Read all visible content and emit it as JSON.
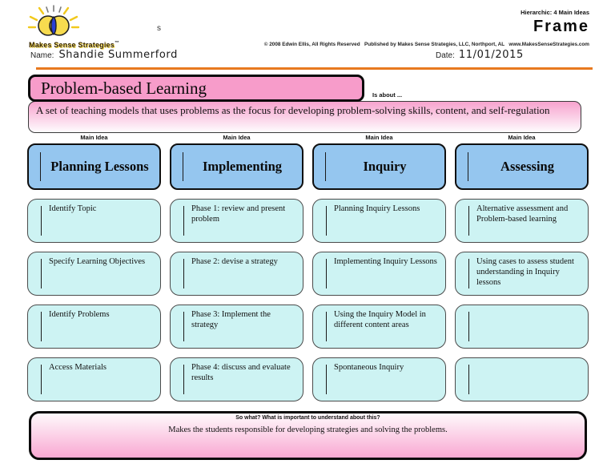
{
  "page": {
    "hierarchic": "Hierarchic: 4 Main Ideas",
    "doc_type": "Frame",
    "copyright": "© 2008 Edwin Ellis, All Rights Reserved   Published by Makes Sense Strategies, LLC, Northport, AL   www.MakesSenseStrategies.com",
    "brand": "Makes Sense Strategies",
    "trademark": "™",
    "stray_char": "s",
    "name_label": "Name:",
    "name_value": "Shandie Summerford",
    "date_label": "Date:",
    "date_value": "11/01/2015"
  },
  "topic": {
    "title": "Problem-based Learning",
    "is_about": "Is about ...",
    "description": "A set of teaching models that uses problems as the focus for developing problem-solving skills, content, and self-regulation"
  },
  "labels": {
    "main_idea": "Main Idea"
  },
  "columns": [
    {
      "main_idea": "Planning Lessons",
      "details": [
        "Identify Topic",
        "Specify Learning Objectives",
        "Identify Problems",
        "Access Materials"
      ]
    },
    {
      "main_idea": "Implementing",
      "details": [
        "Phase 1: review and present problem",
        "Phase 2: devise a strategy",
        "Phase 3: Implement the strategy",
        "Phase 4: discuss and evaluate results"
      ]
    },
    {
      "main_idea": "Inquiry",
      "details": [
        "Planning Inquiry Lessons",
        "Implementing Inquiry Lessons",
        "Using the Inquiry Model in different content areas",
        "Spontaneous Inquiry"
      ]
    },
    {
      "main_idea": "Assessing",
      "details": [
        "Alternative assessment and Problem-based learning",
        "Using cases to assess student understanding in Inquiry lessons",
        "",
        ""
      ]
    }
  ],
  "so_what": {
    "prompt": "So what? What is important to understand about this?",
    "answer": "Makes the students responsible for developing strategies and solving the problems."
  },
  "colors": {
    "rule_orange": "#e8791f",
    "title_pink": "#f79cca",
    "description_pink": "#f7a3ce",
    "main_idea_blue": "#95c6ef",
    "detail_cyan": "#cdf3f3",
    "so_what_pink": "#f9a8d2"
  }
}
